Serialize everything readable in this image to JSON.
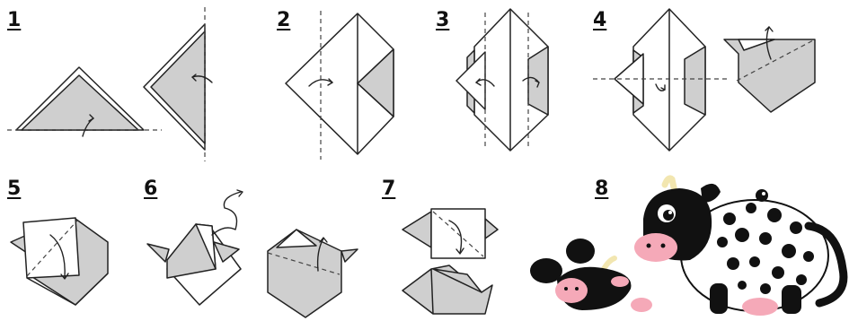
{
  "steps": [
    {
      "label": "1"
    },
    {
      "label": "2"
    },
    {
      "label": "3"
    },
    {
      "label": "4"
    },
    {
      "label": "5"
    },
    {
      "label": "6"
    },
    {
      "label": "7"
    },
    {
      "label": "8"
    }
  ],
  "colors": {
    "paper_shade": "#cfcfcf",
    "line": "#222222",
    "cow_black": "#111111",
    "cow_pink": "#f5a9b8",
    "horn": "#f2e6b0"
  }
}
